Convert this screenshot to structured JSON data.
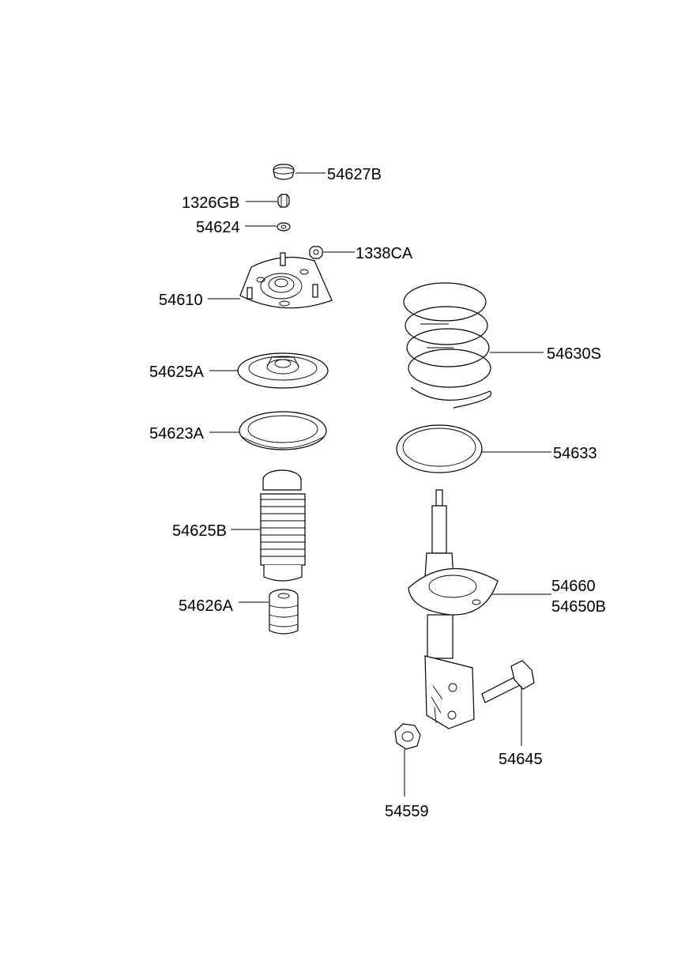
{
  "labels": {
    "p54627B": "54627B",
    "p1326GB": "1326GB",
    "p54624": "54624",
    "p1338CA": "1338CA",
    "p54610": "54610",
    "p54630S": "54630S",
    "p54625A": "54625A",
    "p54623A": "54623A",
    "p54633": "54633",
    "p54625B": "54625B",
    "p54660": "54660",
    "p54650B": "54650B",
    "p54626A": "54626A",
    "p54645": "54645",
    "p54559": "54559"
  }
}
